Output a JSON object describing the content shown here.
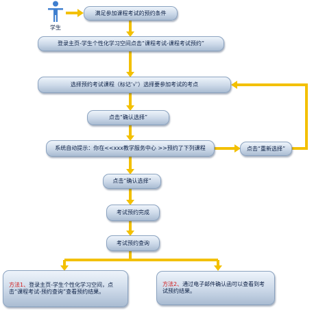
{
  "actor": {
    "label": "学生"
  },
  "steps": {
    "conditions": "满足参加课程考试的预约条件",
    "login": "登录主页-学生个性化学习空间点击“课程考试-课程考试预约”",
    "select": "选择预约考试课程（标记‘√’）选择要参加考试的考点",
    "confirm1": "点击“确认选择”",
    "system_prompt": "系统自动提示：你在<<xxx教学服务中心 >>预约了下列课程",
    "reselect": "点击“重新选择”",
    "confirm2": "点击“确认选择”",
    "done": "考试预约完成",
    "query": "考试预约查询"
  },
  "methods": {
    "m1_label": "方法1、",
    "m1_text": "登录主页-学生个性化学习空间，点击“课程考试-预约查询”查看预约结果。",
    "m2_label": "方法2、",
    "m2_text": "通过电子邮件确认函可以查看到考试预约结果。"
  },
  "colors": {
    "arrow": "#f3c000",
    "method_label": "#d21a1a",
    "person": "#3f7fcf"
  }
}
